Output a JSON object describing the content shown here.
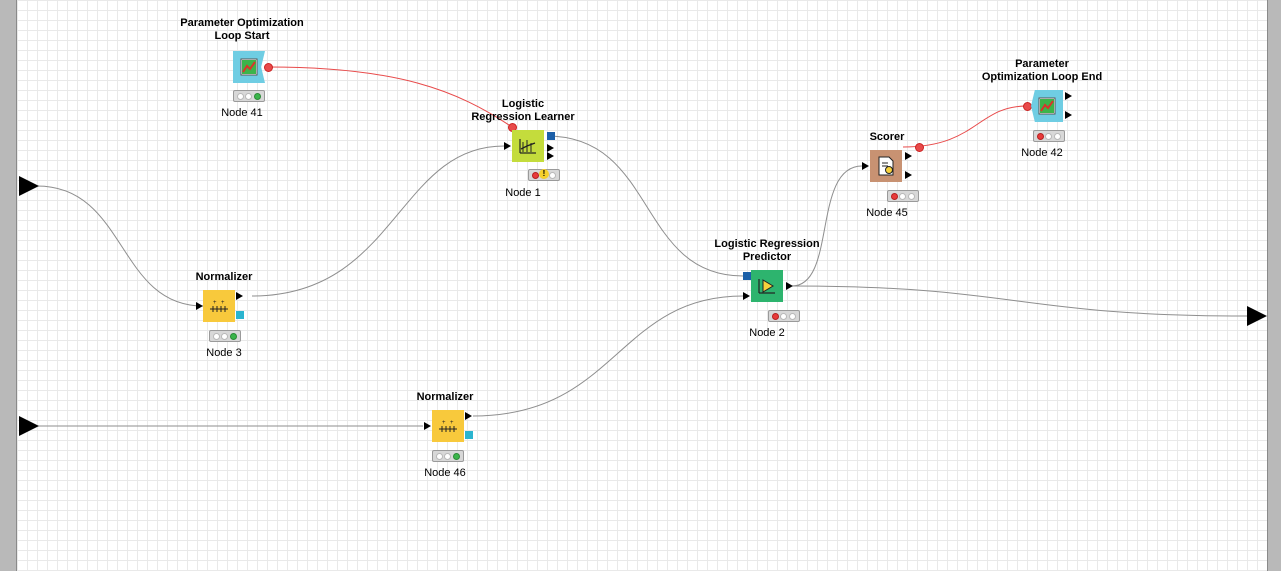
{
  "nodes": {
    "param_loop_start": {
      "title": "Parameter Optimization\nLoop Start",
      "label": "Node 41",
      "icon": "line-chart-icon",
      "color": "#6fcde3"
    },
    "log_reg_learner": {
      "title": "Logistic\nRegression Learner",
      "label": "Node 1",
      "icon": "learner-icon",
      "color": "#c4dc3c"
    },
    "normalizer_a": {
      "title": "Normalizer",
      "label": "Node 3",
      "icon": "normalizer-icon",
      "color": "#f8c93c"
    },
    "log_reg_predictor": {
      "title": "Logistic Regression\nPredictor",
      "label": "Node 2",
      "icon": "predictor-icon",
      "color": "#2db46e"
    },
    "scorer": {
      "title": "Scorer",
      "label": "Node 45",
      "icon": "scorer-icon",
      "color": "#c89272"
    },
    "param_loop_end": {
      "title": "Parameter\nOptimization Loop End",
      "label": "Node 42",
      "icon": "line-chart-icon",
      "color": "#6fcde3"
    },
    "normalizer_b": {
      "title": "Normalizer",
      "label": "Node 46",
      "icon": "normalizer-icon",
      "color": "#f8c93c"
    }
  },
  "colors": {
    "flow_variable": "#e84a4a",
    "data_connection": "#8e8e8e",
    "model_port": "#1b5fa8",
    "normalizer_model_port": "#2ab4cf"
  },
  "status_lamps": {
    "param_loop_start": "green",
    "log_reg_learner": "red-warning",
    "normalizer_a": "green",
    "log_reg_predictor": "red",
    "scorer": "red",
    "param_loop_end": "red",
    "normalizer_b": "green"
  }
}
